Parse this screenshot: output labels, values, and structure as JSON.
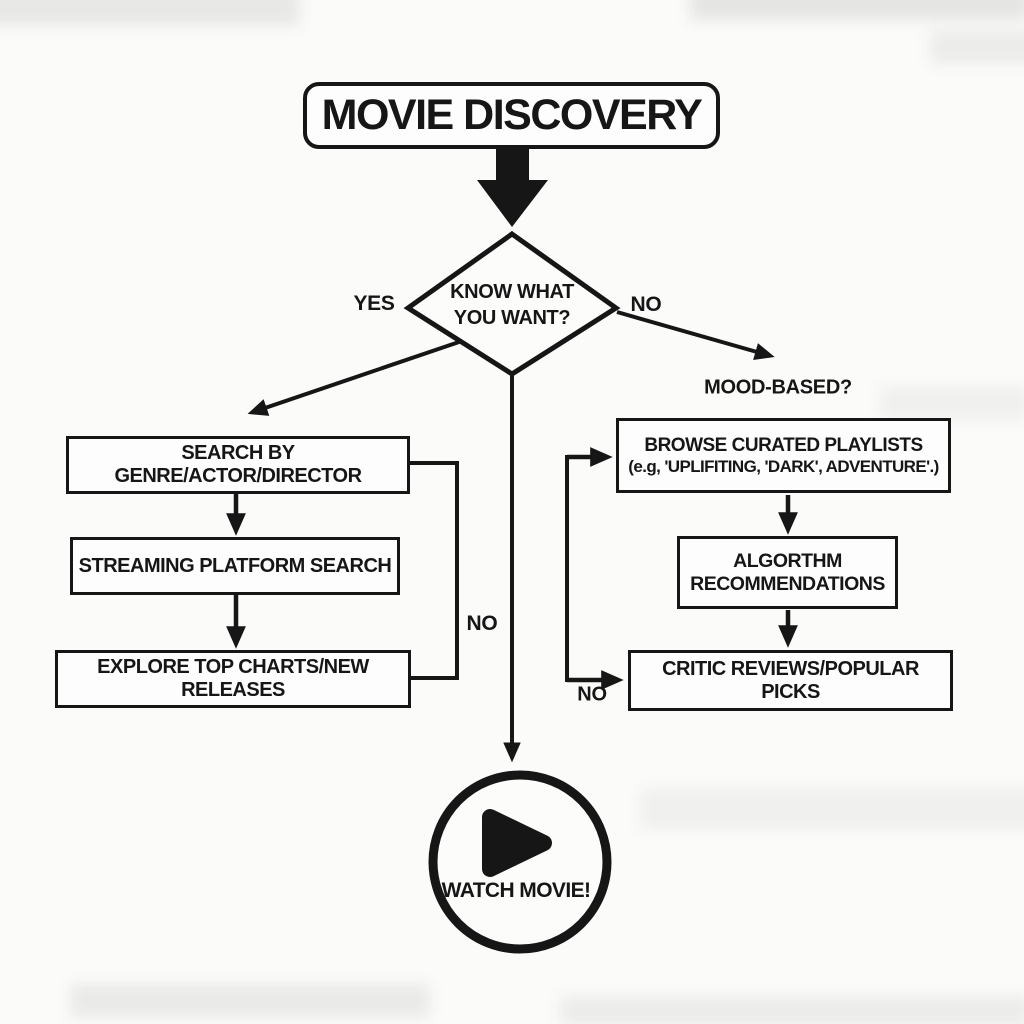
{
  "title": "MOVIE DISCOVERY",
  "decision": {
    "line1": "KNOW WHAT",
    "line2": "YOU WANT?"
  },
  "edge_labels": {
    "yes": "YES",
    "no": "NO",
    "mood_based": "MOOD-BASED?",
    "left_loop_no": "NO",
    "right_loop_no": "NO"
  },
  "known_path": {
    "search_box": "SEARCH BY GENRE/ACTOR/DIRECTOR",
    "streaming_box": "STREAMING PLATFORM SEARCH",
    "explore_box": "EXPLORE TOP CHARTS/NEW RELEASES"
  },
  "mood_path": {
    "browse_box_line1": "BROWSE CURATED PLAYLISTS",
    "browse_box_line2": "(e.g, 'UPLIFITING, 'DARK', ADVENTURE'.)",
    "algorithm_box_line1": "ALGORTHM",
    "algorithm_box_line2": "RECOMMENDATIONS",
    "critic_box": "CRITIC REVIEWS/POPULAR PICKS"
  },
  "terminal": {
    "label": "WATCH MOVIE!",
    "icon": "play-icon"
  },
  "colors": {
    "ink": "#161616",
    "paper": "#fbfbfa"
  }
}
